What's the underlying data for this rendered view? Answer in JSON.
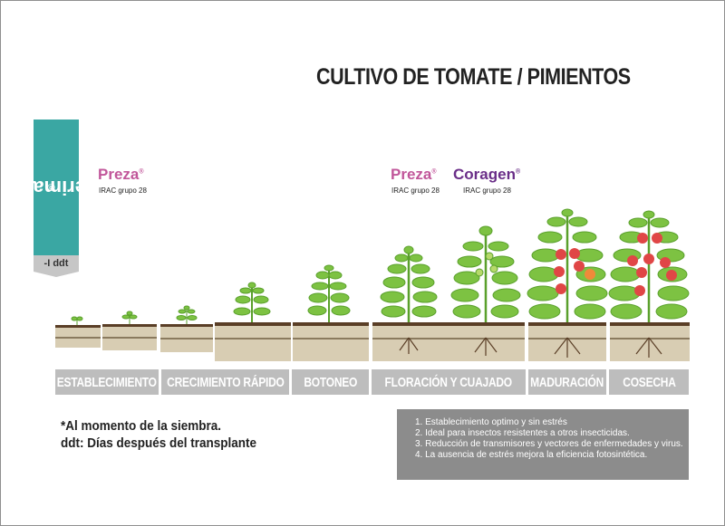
{
  "title": "CULTIVO DE TOMATE / PIMIENTOS",
  "verimark": {
    "label": "Verimark",
    "trademark": "®",
    "timing": "-I ddt",
    "color": "#3aa7a3"
  },
  "products": [
    {
      "name": "Preza",
      "irac": "IRAC grupo 28",
      "color": "#c1569a"
    },
    {
      "name": "Preza",
      "irac": "IRAC grupo 28",
      "color": "#c1569a"
    },
    {
      "name": "Coragen",
      "irac": "IRAC grupo 28",
      "color": "#6a2e88"
    }
  ],
  "stages": [
    {
      "label": "ESTABLECIMIENTO"
    },
    {
      "label": "CRECIMIENTO RÁPIDO"
    },
    {
      "label": "BOTONEO"
    },
    {
      "label": "FLORACIÓN Y CUAJADO"
    },
    {
      "label": "MADURACIÓN"
    },
    {
      "label": "COSECHA"
    }
  ],
  "notes": {
    "line1": "*Al momento de la siembra.",
    "line2": "ddt: Días después del transplante"
  },
  "benefits": [
    "1. Establecimiento optimo y sin estrés",
    "2. Ideal para insectos resistentes a otros insecticidas.",
    "3. Reducción de transmisores y vectores de enfermedades y virus.",
    "4. La ausencia de estrés mejora la eficiencia fotosintética."
  ],
  "colors": {
    "stage_bar": "#bdbdbd",
    "benefits_box": "#8c8c8c",
    "soil": "#d8cdb3",
    "soil_dark": "#5a3e26",
    "leaf": "#7dc242",
    "tomato_ripe": "#e04646"
  }
}
